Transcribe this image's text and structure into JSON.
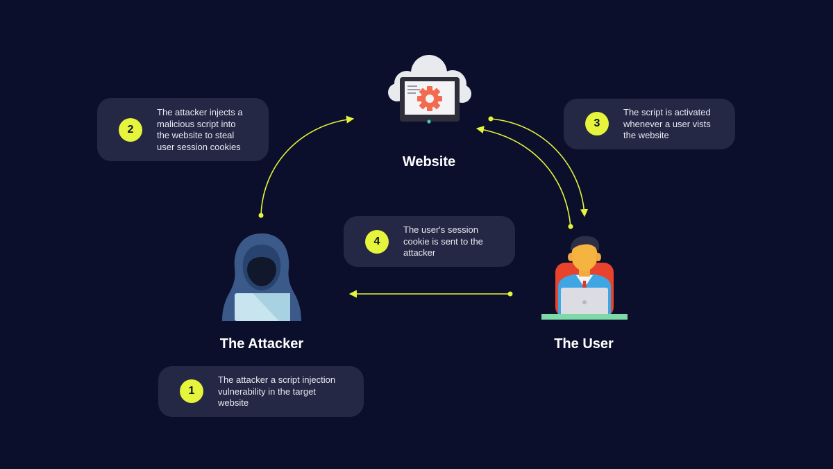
{
  "diagram": {
    "nodes": {
      "website": {
        "label": "Website",
        "icon": "cloud-monitor-gear-icon"
      },
      "attacker": {
        "label": "The Attacker",
        "icon": "hooded-hacker-laptop-icon"
      },
      "user": {
        "label": "The User",
        "icon": "user-at-laptop-icon"
      }
    },
    "steps": [
      {
        "number": "1",
        "text": "The attacker a script injection\nvulnerability in the target\nwebsite"
      },
      {
        "number": "2",
        "text": "The attacker injects a\nmalicious script into\nthe website to steal\nuser session cookies"
      },
      {
        "number": "3",
        "text": "The script is activated\nwhenever a user vists\nthe website"
      },
      {
        "number": "4",
        "text": "The user's session\ncookie is sent to the\nattacker"
      }
    ],
    "colors": {
      "background": "#0b0f2c",
      "card": "#242845",
      "accent": "#e6f53b",
      "text": "#e8e9ef"
    }
  }
}
